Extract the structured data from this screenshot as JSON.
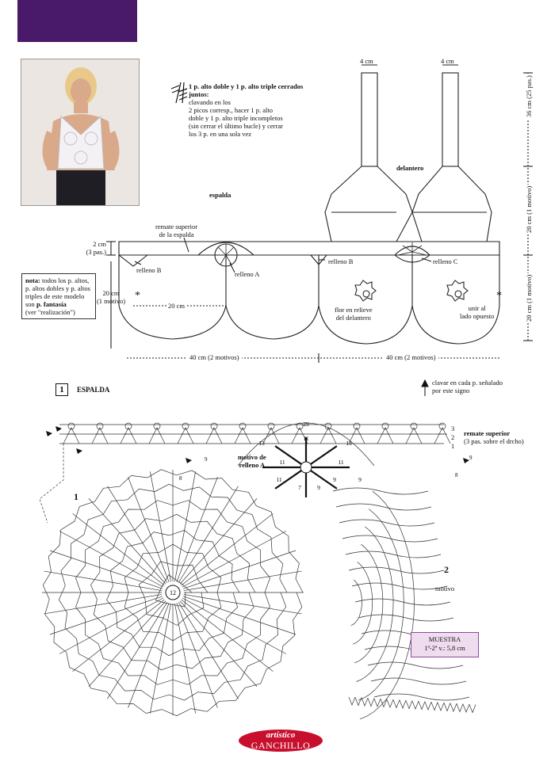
{
  "header": {
    "band_color": "#4a1a6a"
  },
  "photo": {
    "icon": "woman-photo-icon"
  },
  "symbol_legend": {
    "title": "1 p. alto doble y 1 p. alto triple cerrados juntos:",
    "lines": [
      "clavando en los",
      "2 picos corresp., hacer 1 p. alto",
      "doble y 1 p. alto triple incompletos",
      "(sin cerrar el último bucle) y cerrar",
      "los 3 p. en una sola vez"
    ]
  },
  "schematic": {
    "strap_width_left": "4 cm",
    "strap_width_right": "4 cm",
    "front_label": "delantero",
    "back_label": "espalda",
    "top_edge_label": [
      "remate superior",
      "de la espalda"
    ],
    "border_height": [
      "2 cm",
      "(3 pas.)"
    ],
    "motif_height": [
      "20 cm",
      "(1 motivo)"
    ],
    "motif_width": "20 cm",
    "relleno_b_left": "relleno B",
    "relleno_a": "relleno A",
    "relleno_b_right": "relleno B",
    "relleno_c": "relleno C",
    "flower_label": [
      "flor en relieve",
      "del delantero"
    ],
    "join_label": [
      "unir al",
      "lado opuesto"
    ],
    "asterisk": "*",
    "width_left": "40 cm (2 motivos)",
    "width_right": "40 cm (2 motivos)",
    "vertical_dims": [
      "36 cm (25 pas.)",
      "20 cm (1 motivo)",
      "20 cm (1 motivo)"
    ]
  },
  "note": {
    "bold_start": "nota:",
    "text": "todos los p. altos, p. altos dobles y p. altos triples de este modelo son",
    "bold_end": "p. fantasía",
    "tail": "(ver \"realización\")"
  },
  "section": {
    "number": "1",
    "title": "ESPALDA"
  },
  "insert_note": [
    "clavar en cada p. señalado",
    "por este signo"
  ],
  "chart": {
    "top_edge_title": "remate superior",
    "top_edge_sub": "(3 pas. sobre el drcho)",
    "rows": [
      "3",
      "2",
      "1"
    ],
    "relleno_label": [
      "motivo de",
      "relleno A"
    ],
    "motif_numbers": [
      "29",
      "13",
      "13",
      "11",
      "11",
      "11",
      "11",
      "9",
      "9",
      "7",
      "9"
    ],
    "numbers_left": [
      "8",
      "9",
      "9",
      "8"
    ],
    "motif1": "1",
    "motif2": "2",
    "motif2_label": "motivo",
    "center_number": "12"
  },
  "sample": {
    "title": "MUESTRA",
    "value": "1ª-2ª v.: 5,8 cm"
  },
  "brand": {
    "line1": "artístico",
    "line2": "GANCHILLO",
    "color": "#c8102e"
  }
}
